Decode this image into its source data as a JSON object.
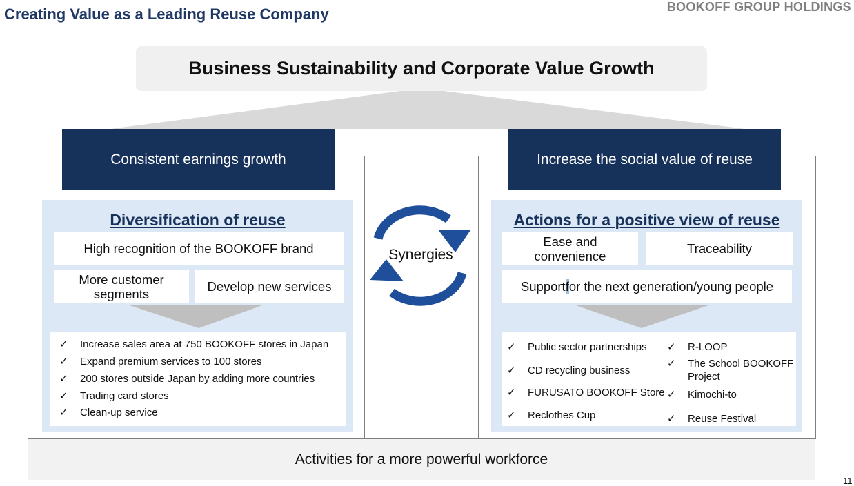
{
  "header": {
    "title": "Creating Value as a Leading Reuse Company",
    "brand": "BOOKOFF GROUP HOLDINGS"
  },
  "top_goal": "Business Sustainability and Corporate Value Growth",
  "synergies": "Synergies",
  "left": {
    "header": "Consistent earnings growth",
    "heading": "Diversification of reuse",
    "boxes": [
      "High recognition of the BOOKOFF brand",
      "More customer segments",
      "Develop new services"
    ],
    "items": [
      "Increase sales area at 750 BOOKOFF stores in Japan",
      "Expand premium services to 100 stores",
      "200 stores outside Japan by adding more countries",
      "Trading card stores",
      "Clean-up service"
    ]
  },
  "right": {
    "header": "Increase the social value of reuse",
    "heading": "Actions for a positive view of reuse",
    "boxes": [
      "Ease and convenience",
      "Traceability"
    ],
    "support": {
      "pre": "Support ",
      "hl": "f",
      "post": "or the next generation/young people"
    },
    "items_col1": [
      "Public sector partnerships",
      "CD recycling business",
      "FURUSATO BOOKOFF Store",
      "Reclothes Cup"
    ],
    "items_col2": [
      "R-LOOP",
      "The School BOOKOFF Project",
      "Kimochi-to",
      "Reuse Festival"
    ]
  },
  "bottom": "Activities for a more powerful workforce",
  "page_number": "11",
  "check": "✓",
  "colors": {
    "navy": "#17325a",
    "panel": "#dde8f6",
    "arrow": "#1f4e9a"
  }
}
